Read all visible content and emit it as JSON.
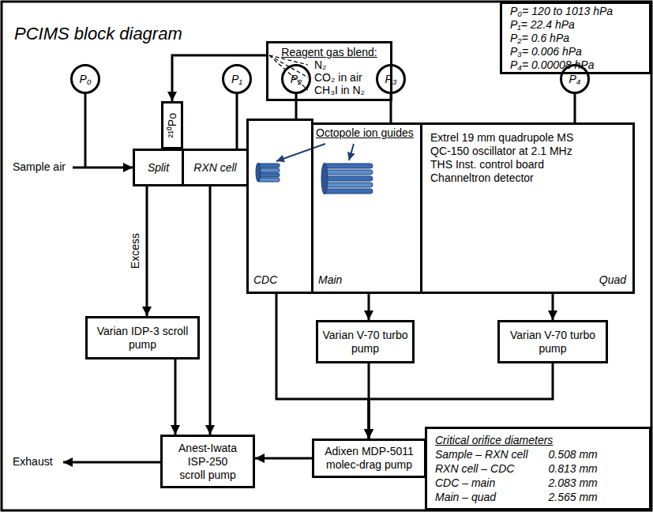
{
  "diagram": {
    "title": "PCIMS block diagram",
    "nodes": [
      {
        "text": [
          "Reagent gas blend:",
          "N₂",
          "CO₂ in air",
          "CH₃I in N₂"
        ]
      },
      {
        "text": [
          "P₀"
        ]
      },
      {
        "text": [
          "P₁"
        ]
      },
      {
        "text": [
          "P₂"
        ]
      },
      {
        "text": [
          "P₃"
        ]
      },
      {
        "text": [
          "P₄"
        ]
      },
      {
        "text": [
          "P₀= 120 to 1013 hPa",
          "P₁= 22.4 hPa",
          "P₂= 0.6 hPa",
          "P₃= 0.006 hPa",
          "P₄= 0.00008 hPa"
        ]
      },
      {
        "text": [
          "Split"
        ]
      },
      {
        "text": [
          "²¹⁰Po"
        ]
      },
      {
        "text": [
          "RXN cell"
        ]
      },
      {
        "text": [
          "CDC"
        ]
      },
      {
        "text": [
          "Main"
        ]
      },
      {
        "text": [
          "Extrel 19 mm quadrupole MS",
          "QC-150 oscillator at 2.1 MHz",
          "THS Inst. control board",
          "Channeltron detector",
          "Quad"
        ]
      },
      {
        "text": [
          "Varian IDP-3 scroll pump"
        ]
      },
      {
        "text": [
          "Varian V-70 turbo pump"
        ]
      },
      {
        "text": [
          "Varian V-70 turbo pump"
        ]
      },
      {
        "text": [
          "Anest-Iwata ISP-250 scroll pump"
        ]
      },
      {
        "text": [
          "Adixen MDP-5011 molec-drag pump"
        ]
      },
      {
        "text": [
          "Critical orifice diameters",
          "Sample – RXN cell",
          "0.508 mm",
          "RXN cell – CDC",
          "0.813 mm",
          "CDC – main",
          "2.083 mm",
          "Main – quad",
          "2.565 mm"
        ]
      }
    ],
    "edges": [
      {
        "from": 0,
        "to": 8,
        "arrow": "to"
      },
      {
        "from": 2,
        "to": 9,
        "arrow": "none"
      },
      {
        "from": 3,
        "to": 10,
        "arrow": "none"
      },
      {
        "from": 4,
        "to": 11,
        "arrow": "none"
      },
      {
        "from": 5,
        "to": 12,
        "arrow": "none"
      },
      {
        "from": 7,
        "to": 13,
        "label": "Excess",
        "arrow": "to"
      },
      {
        "from": 13,
        "to": 16,
        "arrow": "to"
      },
      {
        "from": 9,
        "to": 16,
        "arrow": "to"
      },
      {
        "from": 11,
        "to": 14,
        "arrow": "to"
      },
      {
        "from": 12,
        "to": 15,
        "arrow": "to"
      },
      {
        "from": 10,
        "to": 17,
        "arrow": "to"
      },
      {
        "from": 14,
        "to": 17,
        "arrow": "to"
      },
      {
        "from": 15,
        "to": 17,
        "arrow": "to"
      },
      {
        "from": 17,
        "to": 16,
        "arrow": "to"
      }
    ],
    "labels": [
      "Sample air",
      "Octopole ion guides",
      "Exhaust"
    ]
  }
}
